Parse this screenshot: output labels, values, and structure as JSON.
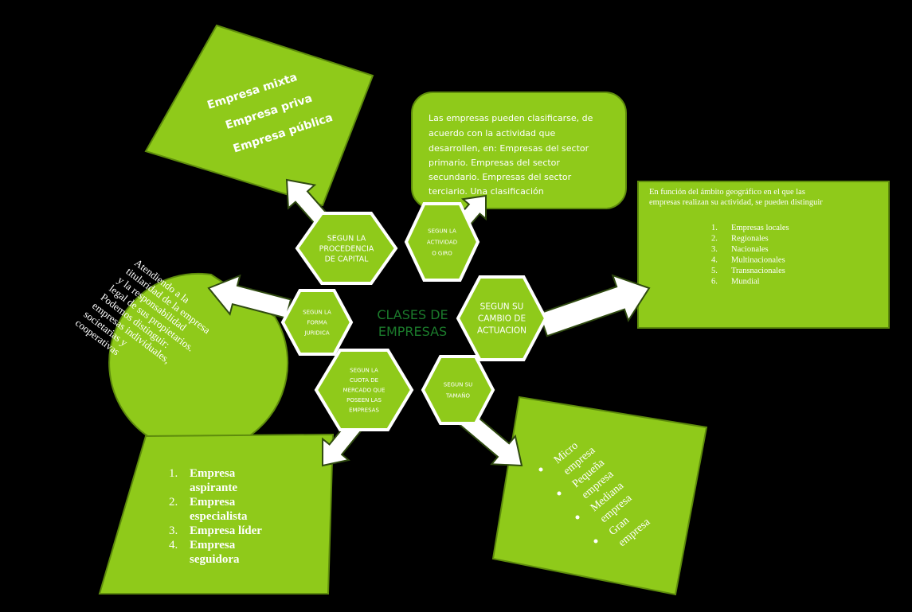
{
  "center_title": [
    "CLASES DE",
    "EMPRESAS"
  ],
  "colors": {
    "box_green": "#8fca1a",
    "title_green": "#1b7a2b",
    "background": "#000000"
  },
  "hexagons": {
    "procedencia": [
      "SEGUN LA",
      "PROCEDENCIA",
      "DE CAPITAL"
    ],
    "actividad": [
      "SEGUN  LA",
      "ACTIVIDAD",
      "O GIRO"
    ],
    "forma": [
      "SEGUN  LA",
      "FORMA",
      "JURIDICA"
    ],
    "cambio": [
      "SEGUN SU",
      "CAMBIO DE",
      "ACTUACION"
    ],
    "cuota": [
      "SEGUN  LA",
      "CUOTA  DE",
      "MERCADO  QUE",
      "POSEEN  LAS",
      "EMPRESAS"
    ],
    "tamano": [
      "SEGUN  SU",
      "TAMAÑO"
    ]
  },
  "capital_box": [
    "Empresa mixta",
    "Empresa priva",
    "Empresa pública"
  ],
  "actividad_box": [
    "Las empresas pueden clasificarse, de",
    "acuerdo con la actividad que",
    "desarrollen, en: Empresas del sector",
    "primario.  Empresas del sector",
    "secundario. Empresas del sector",
    "terciario. Una clasificación"
  ],
  "geografico_box": {
    "intro": [
      "En función del ámbito  geográfico en el que las",
      "empresas realizan su actividad, se pueden distinguir"
    ],
    "items": [
      {
        "num": "1.",
        "label": "Empresas locales"
      },
      {
        "num": "2.",
        "label": "Regionales"
      },
      {
        "num": "3.",
        "label": "Nacionales"
      },
      {
        "num": "4.",
        "label": "Multinacionales"
      },
      {
        "num": "5.",
        "label": "Transnacionales"
      },
      {
        "num": "6.",
        "label": "Mundial"
      }
    ]
  },
  "juridica_box": [
    "Atendiendo a la",
    "titularidad de la empresa",
    "y la responsabilidad",
    "legal de sus propietarios.",
    "Podemos distinguir:",
    "empresas individuales,",
    "societarias y",
    "cooperativas"
  ],
  "cuota_box": [
    {
      "num": "1.",
      "lines": [
        "Empresa",
        "aspirante"
      ]
    },
    {
      "num": "2.",
      "lines": [
        "Empresa",
        "especialista"
      ]
    },
    {
      "num": "3.",
      "lines": [
        "Empresa líder"
      ]
    },
    {
      "num": "4.",
      "lines": [
        "Empresa",
        "seguidora"
      ]
    }
  ],
  "tamano_box": [
    {
      "lines": [
        "Micro",
        "empresa"
      ]
    },
    {
      "lines": [
        "Pequeña",
        "empresa"
      ]
    },
    {
      "lines": [
        "Mediana",
        "empresa"
      ]
    },
    {
      "lines": [
        "Gran",
        "empresa"
      ]
    }
  ]
}
